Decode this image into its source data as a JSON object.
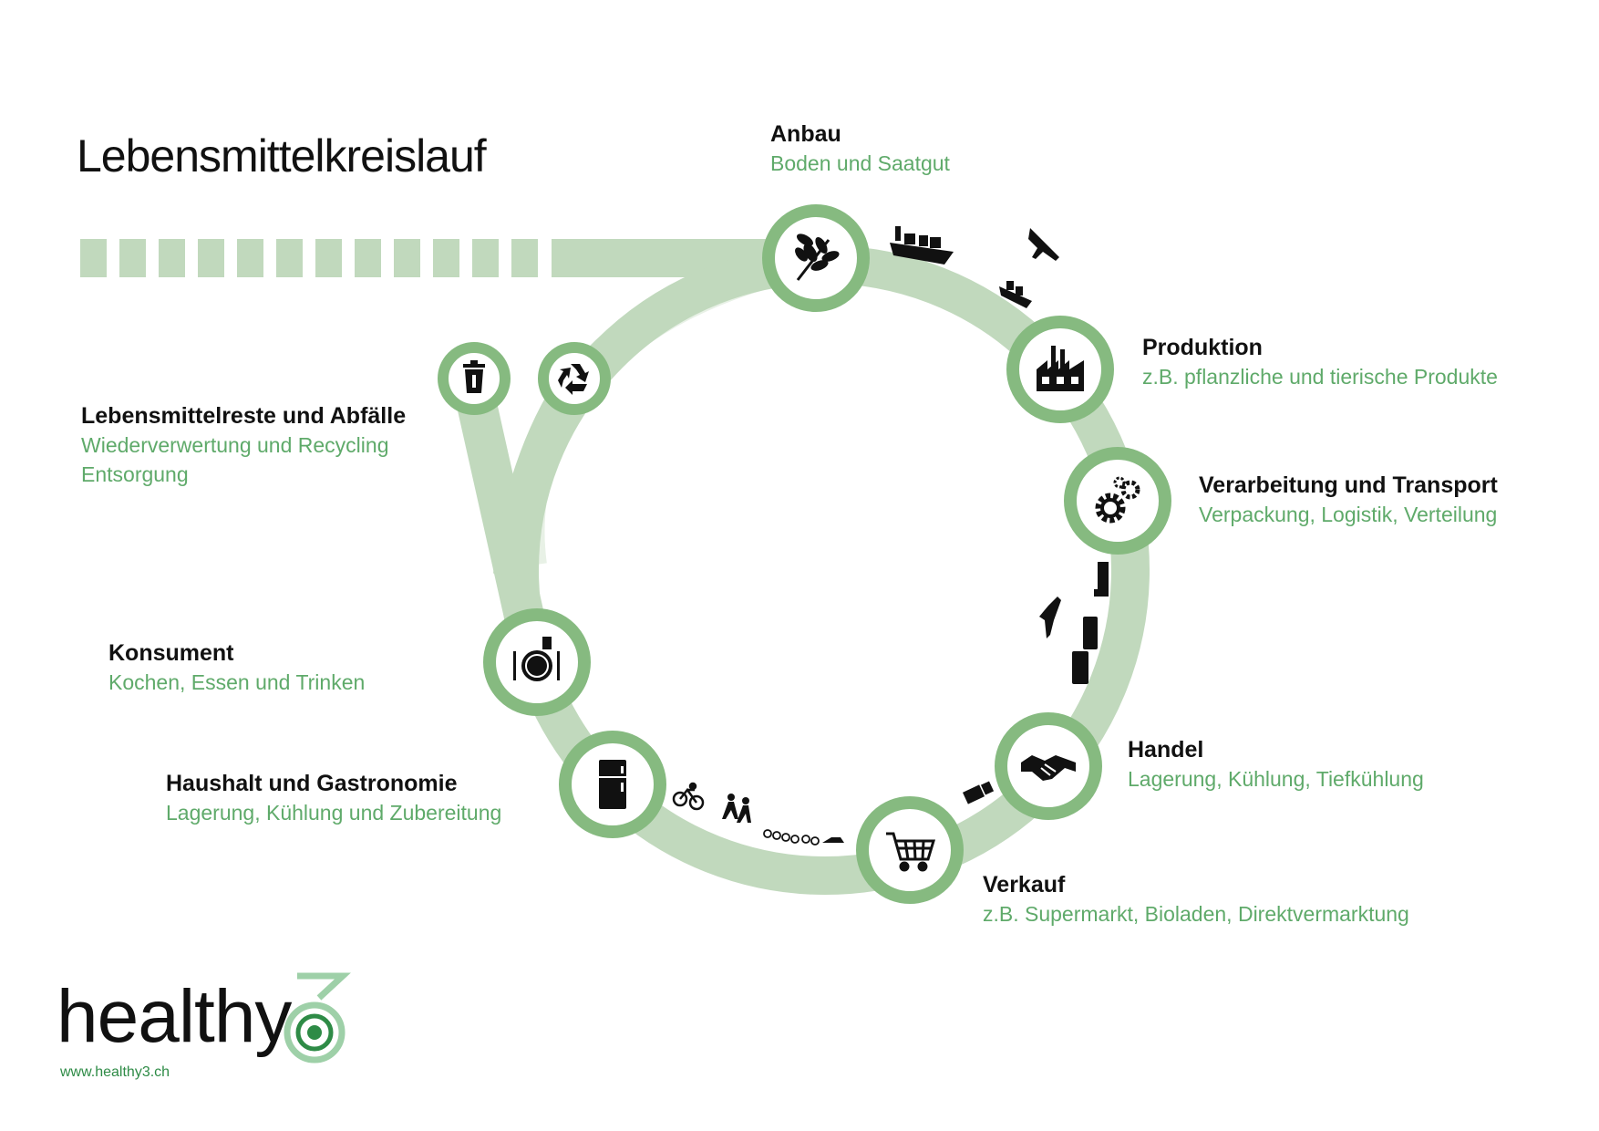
{
  "title": "Lebensmittelkreislauf",
  "colors": {
    "ring": "#c1d9bd",
    "ring_light": "#e8f1e6",
    "node_stroke": "#86ba80",
    "accent_text": "#5faa6a",
    "logo_green": "#2e8b46",
    "logo_ring": "#9ed0a8"
  },
  "stages": [
    {
      "id": "anbau",
      "name": "Anbau",
      "desc": [
        "Boden und Saatgut"
      ],
      "icon": "wheat-icon"
    },
    {
      "id": "produktion",
      "name": "Produktion",
      "desc": [
        "z.B. pflanzliche und tierische Produkte"
      ],
      "icon": "factory-icon"
    },
    {
      "id": "verarbeitung",
      "name": "Verarbeitung und Transport",
      "desc": [
        "Verpackung, Logistik, Verteilung"
      ],
      "icon": "gears-icon"
    },
    {
      "id": "handel",
      "name": "Handel",
      "desc": [
        "Lagerung, Kühlung, Tiefkühlung"
      ],
      "icon": "handshake-icon"
    },
    {
      "id": "verkauf",
      "name": "Verkauf",
      "desc": [
        "z.B. Supermarkt, Bioladen, Direktvermarktung"
      ],
      "icon": "shopping-cart-icon"
    },
    {
      "id": "haushalt",
      "name": "Haushalt und Gastronomie",
      "desc": [
        "Lagerung, Kühlung und Zubereitung"
      ],
      "icon": "fridge-icon"
    },
    {
      "id": "konsument",
      "name": "Konsument",
      "desc": [
        "Kochen, Essen und Trinken"
      ],
      "icon": "plate-cutlery-icon"
    },
    {
      "id": "reste",
      "name": "Lebensmittelreste und Abfälle",
      "desc": [
        "Wiederverwertung und Recycling",
        "Entsorgung"
      ],
      "icon": "trash-can-icon"
    }
  ],
  "extra_nodes": [
    {
      "id": "recycling",
      "icon": "recycle-icon"
    }
  ],
  "transport_icons": [
    "cargo-ship-icon",
    "airplane-icon",
    "truck-icon",
    "bicycle-icon",
    "pedestrians-icon",
    "car-icon"
  ],
  "logo": {
    "word": "healthy",
    "digit": "3",
    "url": "www.healthy3.ch"
  }
}
